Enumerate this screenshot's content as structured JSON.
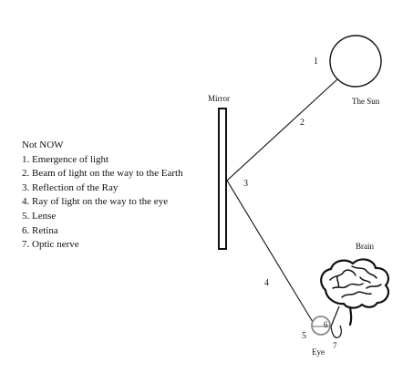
{
  "legend": {
    "heading": "Not NOW",
    "items": [
      "1. Emergence of light",
      "2. Beam of light on the way to the Earth",
      "3. Reflection of the Ray",
      "4. Ray of light on the way to the eye",
      "5. Lense",
      "6. Retina",
      "7. Optic nerve"
    ]
  },
  "labels": {
    "sun": "The Sun",
    "mirror": "Mirror",
    "brain": "Brain",
    "eye": "Eye"
  },
  "markers": {
    "n1": "1",
    "n2": "2",
    "n3": "3",
    "n4": "4",
    "n5": "5",
    "n6": "6",
    "n7": "7"
  },
  "colors": {
    "ink": "#111111",
    "eye_gray": "#8a8a8a"
  }
}
